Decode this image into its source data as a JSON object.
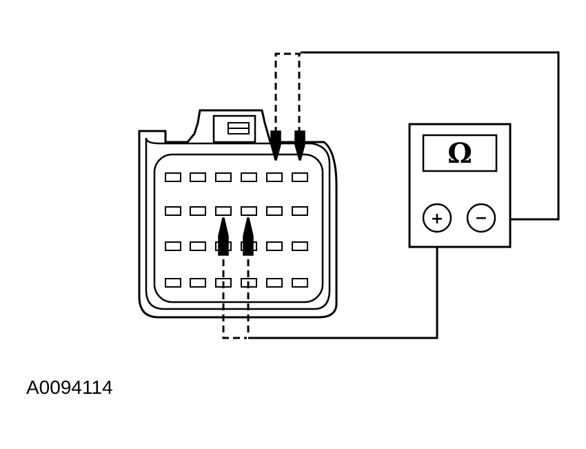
{
  "figure_id": "A0094114",
  "meter": {
    "display_symbol": "Ω",
    "positive_label": "+",
    "negative_label": "−"
  },
  "connector": {
    "rows": 4,
    "columns": 6,
    "probed_cavities": [
      {
        "row": 1,
        "column": 5,
        "probe": "from-top"
      },
      {
        "row": 1,
        "column": 6,
        "probe": "from-top"
      },
      {
        "row": 2,
        "column": 3,
        "probe": "from-bottom"
      },
      {
        "row": 2,
        "column": 4,
        "probe": "from-bottom"
      }
    ]
  },
  "colors": {
    "line": "#000000",
    "background": "#ffffff"
  },
  "icons": {
    "meter": "ohmmeter-icon",
    "probe": "test-probe-icon"
  }
}
